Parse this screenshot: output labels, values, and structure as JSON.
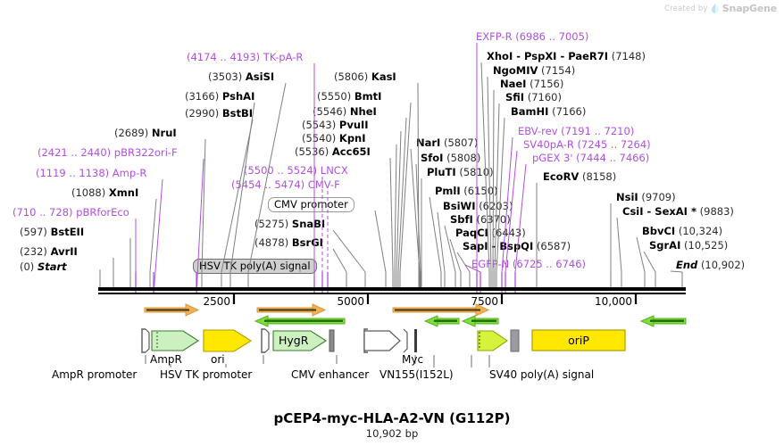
{
  "watermark": {
    "prefix": "Created by",
    "brand": "SnapGene"
  },
  "title": "pCEP4-myc-HLA-A2-VN (G112P)",
  "subtitle": "10,902 bp",
  "colors": {
    "primer": "#b14fe0",
    "enzyme": "#000000",
    "leader": "#808080",
    "orange_primer": "#f0b05a",
    "green_primer": "#66cc33",
    "ori_yellow": "#ffe800",
    "feature_green": "#cdf0c0",
    "grey_box": "#d0d0d0"
  },
  "ruler": {
    "length_bp": 10902,
    "ticks": [
      {
        "label": "2500",
        "bp": 2500
      },
      {
        "label": "5000",
        "bp": 5000
      },
      {
        "label": "7500",
        "bp": 7500
      },
      {
        "label": "10,000",
        "bp": 10000
      }
    ]
  },
  "left_labels": [
    {
      "kind": "enzyme",
      "pos": "(0)",
      "name": "Start",
      "italic": true
    },
    {
      "kind": "enzyme",
      "pos": "(232)",
      "name": "AvrII"
    },
    {
      "kind": "enzyme",
      "pos": "(597)",
      "name": "BstEII"
    },
    {
      "kind": "primer",
      "range": "(710 .. 728)",
      "name": "pBRforEco"
    },
    {
      "kind": "enzyme",
      "pos": "(1088)",
      "name": "XmnI"
    },
    {
      "kind": "primer",
      "range": "(1119 .. 1138)",
      "name": "Amp-R"
    },
    {
      "kind": "primer",
      "range": "(2421 .. 2440)",
      "name": "pBR322ori-F"
    },
    {
      "kind": "enzyme",
      "pos": "(2689)",
      "name": "NruI"
    },
    {
      "kind": "enzyme",
      "pos": "(2990)",
      "name": "BstBI"
    },
    {
      "kind": "enzyme",
      "pos": "(3166)",
      "name": "PshAI"
    },
    {
      "kind": "enzyme",
      "pos": "(3503)",
      "name": "AsiSI"
    },
    {
      "kind": "primer",
      "range": "(4174 .. 4193)",
      "name": "TK-pA-R"
    }
  ],
  "mid_labels": [
    {
      "kind": "enzyme",
      "pos": "(4878)",
      "name": "BsrGI"
    },
    {
      "kind": "enzyme",
      "pos": "(5275)",
      "name": "SnaBI"
    },
    {
      "kind": "boxed",
      "name": "CMV promoter",
      "style": "white"
    },
    {
      "kind": "boxed",
      "name": "HSV TK poly(A) signal",
      "style": "grey"
    },
    {
      "kind": "primer",
      "range": "(5454 .. 5474)",
      "name": "CMV-F"
    },
    {
      "kind": "primer",
      "range": "(5500 .. 5524)",
      "name": "LNCX"
    },
    {
      "kind": "enzyme",
      "pos": "(5536)",
      "name": "Acc65I"
    },
    {
      "kind": "enzyme",
      "pos": "(5540)",
      "name": "KpnI"
    },
    {
      "kind": "enzyme",
      "pos": "(5543)",
      "name": "PvuII"
    },
    {
      "kind": "enzyme",
      "pos": "(5546)",
      "name": "NheI"
    },
    {
      "kind": "enzyme",
      "pos": "(5550)",
      "name": "BmtI"
    },
    {
      "kind": "enzyme",
      "pos": "(5806)",
      "name": "KasI"
    }
  ],
  "right_labels": [
    {
      "kind": "enzyme",
      "pos": "(5807)",
      "name": "NarI"
    },
    {
      "kind": "enzyme",
      "pos": "(5808)",
      "name": "SfoI"
    },
    {
      "kind": "enzyme",
      "pos": "(5810)",
      "name": "PluTI"
    },
    {
      "kind": "enzyme",
      "pos": "(6150)",
      "name": "PmlI"
    },
    {
      "kind": "enzyme",
      "pos": "(6203)",
      "name": "BsiWI"
    },
    {
      "kind": "enzyme",
      "pos": "(6370)",
      "name": "SbfI"
    },
    {
      "kind": "enzyme",
      "pos": "(6443)",
      "name": "PaqCI"
    },
    {
      "kind": "enzyme",
      "pos": "(6587)",
      "name": "SapI - BspQI"
    },
    {
      "kind": "primer",
      "range": "(6725 .. 6746)",
      "name": "EGFP-N"
    },
    {
      "kind": "primer",
      "range": "(6986 .. 7005)",
      "name": "EXFP-R"
    },
    {
      "kind": "enzyme",
      "pos": "(7148)",
      "name": "XhoI - PspXI - PaeR7I"
    },
    {
      "kind": "enzyme",
      "pos": "(7154)",
      "name": "NgoMIV"
    },
    {
      "kind": "enzyme",
      "pos": "(7156)",
      "name": "NaeI"
    },
    {
      "kind": "enzyme",
      "pos": "(7160)",
      "name": "SfiI"
    },
    {
      "kind": "enzyme",
      "pos": "(7166)",
      "name": "BamHI"
    },
    {
      "kind": "primer",
      "range": "(7191 .. 7210)",
      "name": "EBV-rev"
    },
    {
      "kind": "primer",
      "range": "(7245 .. 7264)",
      "name": "SV40pA-R"
    },
    {
      "kind": "primer",
      "range": "(7444 .. 7466)",
      "name": "pGEX 3'"
    },
    {
      "kind": "enzyme",
      "pos": "(8158)",
      "name": "EcoRV"
    },
    {
      "kind": "enzyme",
      "pos": "(9709)",
      "name": "NsiI"
    },
    {
      "kind": "enzyme",
      "pos": "(9883)",
      "name": "CsiI - SexAI *"
    },
    {
      "kind": "enzyme",
      "pos": "(10,324)",
      "name": "BbvCI"
    },
    {
      "kind": "enzyme",
      "pos": "(10,525)",
      "name": "SgrAI"
    },
    {
      "kind": "enzyme",
      "pos": "(10,902)",
      "name": "End",
      "italic": true
    }
  ],
  "features": [
    {
      "name": "AmpR promoter",
      "shape": "bracket"
    },
    {
      "name": "AmpR",
      "shape": "arrow-right-green"
    },
    {
      "name": "ori",
      "shape": "arrow-right-yellow"
    },
    {
      "name": "HSV TK promoter",
      "shape": "bracket"
    },
    {
      "name": "HygR",
      "shape": "arrow-right-green-labeled",
      "inner_label": "HygR"
    },
    {
      "name": "CMV enhancer",
      "shape": "bracket"
    },
    {
      "name": "VN155(I152L)",
      "shape": "arrow-right-white"
    },
    {
      "name": "Myc",
      "shape": "bar"
    },
    {
      "name": "SV40 poly(A) signal",
      "shape": "arrow-right-chartreuse"
    },
    {
      "name": "oriP",
      "shape": "box-yellow-labeled",
      "inner_label": "oriP"
    }
  ],
  "primer_arrows": [
    {
      "dir": "right",
      "color": "orange"
    },
    {
      "dir": "right",
      "color": "orange"
    },
    {
      "dir": "right",
      "color": "orange"
    },
    {
      "dir": "left",
      "color": "green"
    },
    {
      "dir": "left",
      "color": "green"
    },
    {
      "dir": "left",
      "color": "green"
    },
    {
      "dir": "left",
      "color": "green"
    }
  ]
}
